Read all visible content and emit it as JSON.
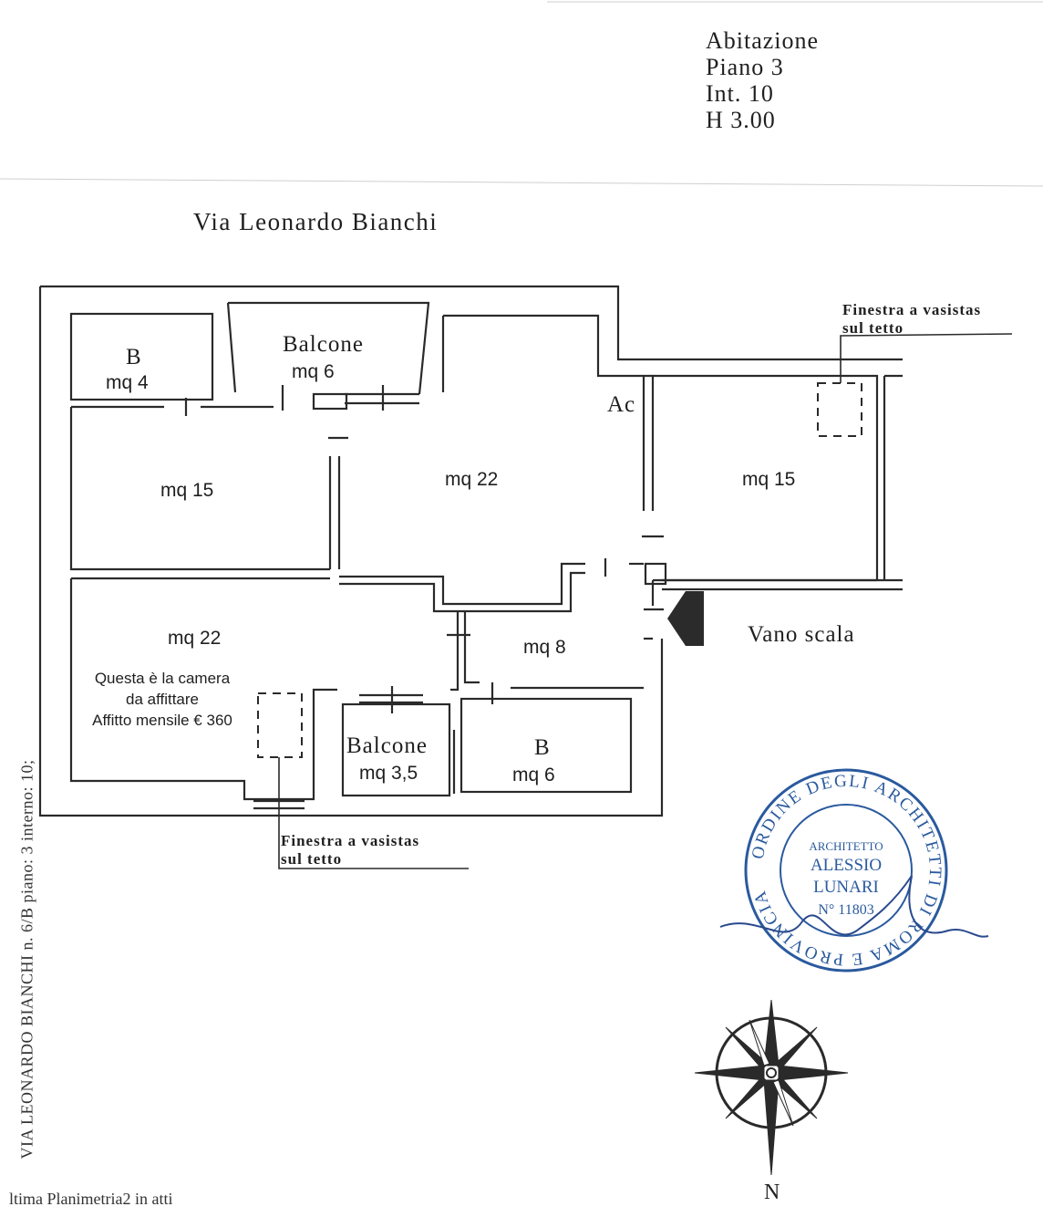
{
  "header": {
    "line1": "Abitazione",
    "line2": "Piano 3",
    "line3": "Int. 10",
    "line4": "H 3.00"
  },
  "street": "Via Leonardo Bianchi",
  "rooms": {
    "top_left_bath": {
      "name": "B",
      "area": "mq 4"
    },
    "top_balcony": {
      "name": "Balcone",
      "area": "mq 6"
    },
    "left_room": {
      "area": "mq 15"
    },
    "living": {
      "area": "mq 22",
      "label": "Ac"
    },
    "right_room": {
      "area": "mq 15"
    },
    "bottom_left_room": {
      "area": "mq 22"
    },
    "hall": {
      "area": "mq 8"
    },
    "bottom_balcony": {
      "name": "Balcone",
      "area": "mq 3,5"
    },
    "bottom_bath": {
      "name": "B",
      "area": "mq 6"
    }
  },
  "note": {
    "line1": "Questa è la camera",
    "line2": "da affittare",
    "line3": "Affitto mensile € 360"
  },
  "skylight_top": {
    "line1": "Finestra a vasistas",
    "line2": "sul tetto"
  },
  "skylight_bottom": {
    "line1": "Finestra a vasistas",
    "line2": "sul tetto"
  },
  "stairwell": "Vano scala",
  "stamp": {
    "ring_text": "ORDINE DEGLI ARCHITETTI DI ROMA E PROVINCIA",
    "line1": "ARCHITETTO",
    "line2": "ALESSIO",
    "line3": "LUNARI",
    "line4": "N° 11803"
  },
  "compass": {
    "north": "N"
  },
  "vertical_caption": "VIA LEONARDO BIANCHI n. 6/B piano: 3 interno: 10;",
  "footer": "ltima Planimetria2 in atti",
  "colors": {
    "ink": "#1f1f1f",
    "stamp": "#2a5a9e",
    "arrow": "#2b2b2b"
  }
}
